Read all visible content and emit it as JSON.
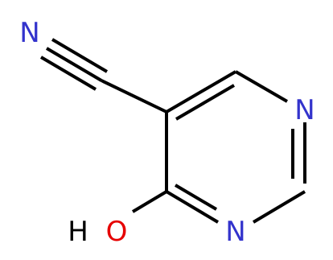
{
  "molecule": {
    "atoms": {
      "nitrile_n": {
        "label": "N",
        "color": "#3333cc"
      },
      "ring_n3": {
        "label": "N",
        "color": "#3333cc"
      },
      "ring_n1": {
        "label": "N",
        "color": "#3333cc"
      },
      "hydroxyl_h": {
        "label": "H",
        "color": "#000000"
      },
      "hydroxyl_o": {
        "label": "O",
        "color": "#e60000"
      }
    },
    "bond_color": "#000000"
  }
}
